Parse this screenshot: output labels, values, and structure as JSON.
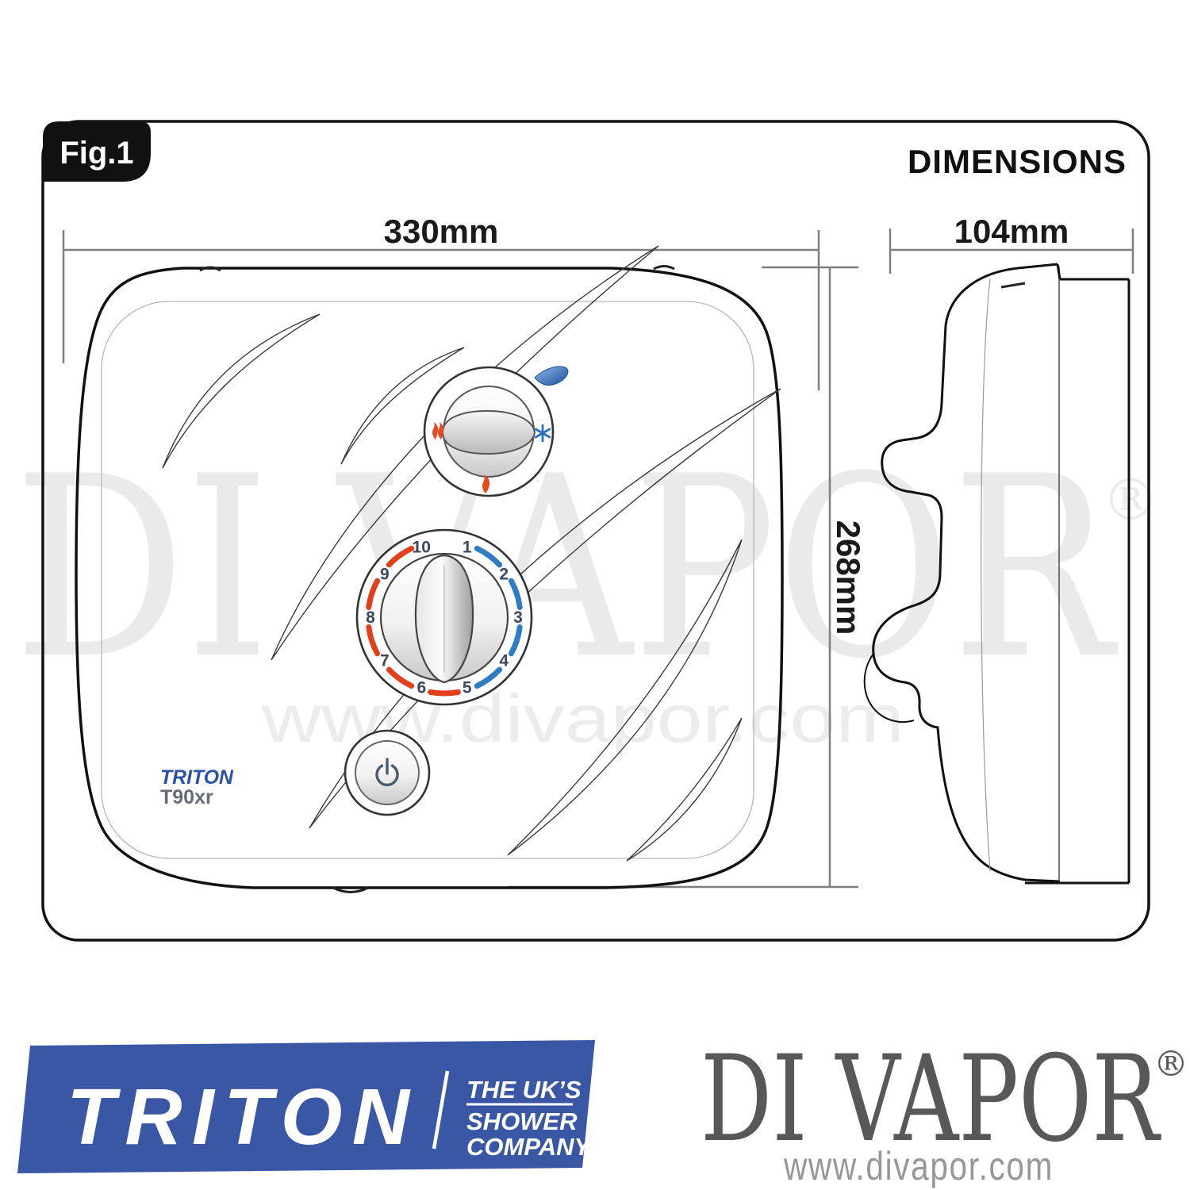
{
  "figure": {
    "badge": "Fig.1",
    "heading": "DIMENSIONS",
    "front_view": {
      "width_label": "330mm",
      "height_label": "268mm",
      "brand": "TRITON",
      "model": "T90xr",
      "dial_numbers": [
        "1",
        "2",
        "3",
        "4",
        "5",
        "6",
        "7",
        "8",
        "9",
        "10"
      ]
    },
    "side_view": {
      "depth_label": "104mm"
    }
  },
  "watermark": {
    "name": "DI VAPOR",
    "reg": "®",
    "url": "www.divapor.com"
  },
  "footer": {
    "triton": {
      "name": "TRITON",
      "tagline": [
        "THE UK’S",
        "SHOWER",
        "COMPANY"
      ]
    },
    "divapor": {
      "name": "DI VAPOR",
      "reg": "®",
      "url": "www.divapor.com"
    }
  },
  "colors": {
    "triton_banner_blue": "#3A57A6",
    "device_logo_blue": "#2A52A8",
    "dial_red": "#E2401B",
    "dial_blue": "#2E7CC3",
    "dial_number_navy": "#3A475C",
    "divapor_gray": "#58585B",
    "url_gray": "#97979A",
    "watermark_gray": "#EAEAEB",
    "dimension_line_gray": "#7F7F7F"
  }
}
